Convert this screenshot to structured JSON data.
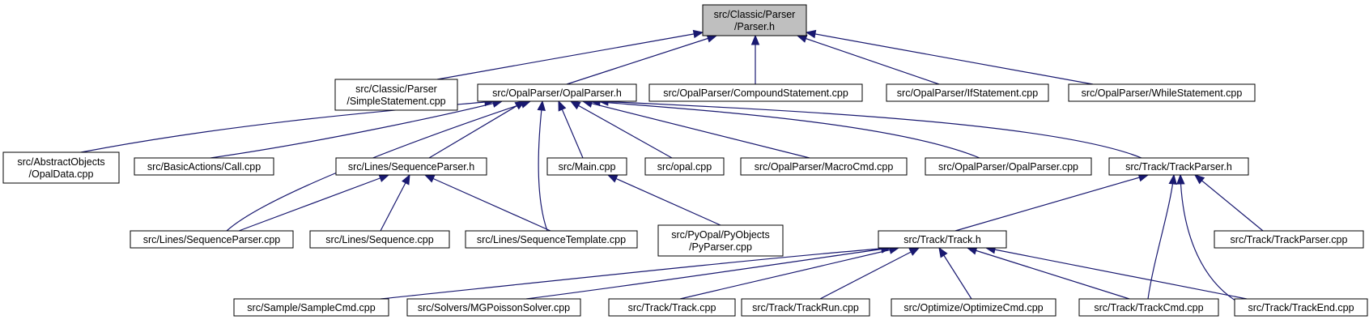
{
  "graph": {
    "colors": {
      "edge": "#191970",
      "root_fill": "#bfbfbf",
      "node_fill": "#ffffff",
      "border": "#000000"
    },
    "nodes": [
      {
        "id": "parser_h",
        "lines": [
          "src/Classic/Parser",
          "/Parser.h"
        ],
        "root": true
      },
      {
        "id": "simple_stmt",
        "lines": [
          "src/Classic/Parser",
          "/SimpleStatement.cpp"
        ]
      },
      {
        "id": "opalparser_h",
        "lines": [
          "src/OpalParser/OpalParser.h"
        ]
      },
      {
        "id": "compound_stmt",
        "lines": [
          "src/OpalParser/CompoundStatement.cpp"
        ]
      },
      {
        "id": "if_stmt",
        "lines": [
          "src/OpalParser/IfStatement.cpp"
        ]
      },
      {
        "id": "while_stmt",
        "lines": [
          "src/OpalParser/WhileStatement.cpp"
        ]
      },
      {
        "id": "opaldata",
        "lines": [
          "src/AbstractObjects",
          "/OpalData.cpp"
        ]
      },
      {
        "id": "call",
        "lines": [
          "src/BasicActions/Call.cpp"
        ]
      },
      {
        "id": "seqparser_h",
        "lines": [
          "src/Lines/SequenceParser.h"
        ]
      },
      {
        "id": "main",
        "lines": [
          "src/Main.cpp"
        ]
      },
      {
        "id": "opal",
        "lines": [
          "src/opal.cpp"
        ]
      },
      {
        "id": "macrocmd",
        "lines": [
          "src/OpalParser/MacroCmd.cpp"
        ]
      },
      {
        "id": "opalparser_cpp",
        "lines": [
          "src/OpalParser/OpalParser.cpp"
        ]
      },
      {
        "id": "trackparser_h",
        "lines": [
          "src/Track/TrackParser.h"
        ]
      },
      {
        "id": "seqparser_cpp",
        "lines": [
          "src/Lines/SequenceParser.cpp"
        ]
      },
      {
        "id": "sequence",
        "lines": [
          "src/Lines/Sequence.cpp"
        ]
      },
      {
        "id": "seqtemplate",
        "lines": [
          "src/Lines/SequenceTemplate.cpp"
        ]
      },
      {
        "id": "pyparser",
        "lines": [
          "src/PyOpal/PyObjects",
          "/PyParser.cpp"
        ]
      },
      {
        "id": "track_h",
        "lines": [
          "src/Track/Track.h"
        ]
      },
      {
        "id": "trackparser_cpp",
        "lines": [
          "src/Track/TrackParser.cpp"
        ]
      },
      {
        "id": "samplecmd",
        "lines": [
          "src/Sample/SampleCmd.cpp"
        ]
      },
      {
        "id": "mgpoisson",
        "lines": [
          "src/Solvers/MGPoissonSolver.cpp"
        ]
      },
      {
        "id": "track_cpp",
        "lines": [
          "src/Track/Track.cpp"
        ]
      },
      {
        "id": "trackrun",
        "lines": [
          "src/Track/TrackRun.cpp"
        ]
      },
      {
        "id": "optimizecmd",
        "lines": [
          "src/Optimize/OptimizeCmd.cpp"
        ]
      },
      {
        "id": "trackcmd",
        "lines": [
          "src/Track/TrackCmd.cpp"
        ]
      },
      {
        "id": "trackend",
        "lines": [
          "src/Track/TrackEnd.cpp"
        ]
      }
    ],
    "edges": [
      {
        "from": "simple_stmt",
        "to": "parser_h"
      },
      {
        "from": "opalparser_h",
        "to": "parser_h"
      },
      {
        "from": "compound_stmt",
        "to": "parser_h"
      },
      {
        "from": "if_stmt",
        "to": "parser_h"
      },
      {
        "from": "while_stmt",
        "to": "parser_h"
      },
      {
        "from": "opaldata",
        "to": "opalparser_h"
      },
      {
        "from": "call",
        "to": "opalparser_h"
      },
      {
        "from": "seqparser_h",
        "to": "opalparser_h"
      },
      {
        "from": "seqparser_cpp",
        "to": "opalparser_h"
      },
      {
        "from": "seqtemplate",
        "to": "opalparser_h"
      },
      {
        "from": "main",
        "to": "opalparser_h"
      },
      {
        "from": "opal",
        "to": "opalparser_h"
      },
      {
        "from": "macrocmd",
        "to": "opalparser_h"
      },
      {
        "from": "opalparser_cpp",
        "to": "opalparser_h"
      },
      {
        "from": "trackparser_h",
        "to": "opalparser_h"
      },
      {
        "from": "seqparser_cpp",
        "to": "seqparser_h"
      },
      {
        "from": "sequence",
        "to": "seqparser_h"
      },
      {
        "from": "seqtemplate",
        "to": "seqparser_h"
      },
      {
        "from": "pyparser",
        "to": "main"
      },
      {
        "from": "track_h",
        "to": "trackparser_h"
      },
      {
        "from": "trackcmd",
        "to": "trackparser_h"
      },
      {
        "from": "trackend",
        "to": "trackparser_h"
      },
      {
        "from": "trackparser_cpp",
        "to": "trackparser_h"
      },
      {
        "from": "samplecmd",
        "to": "track_h"
      },
      {
        "from": "mgpoisson",
        "to": "track_h"
      },
      {
        "from": "track_cpp",
        "to": "track_h"
      },
      {
        "from": "trackrun",
        "to": "track_h"
      },
      {
        "from": "optimizecmd",
        "to": "track_h"
      },
      {
        "from": "trackcmd",
        "to": "track_h"
      },
      {
        "from": "trackend",
        "to": "track_h"
      }
    ]
  }
}
